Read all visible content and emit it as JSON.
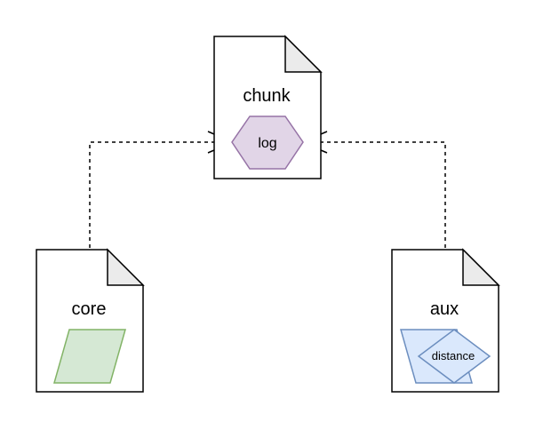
{
  "diagram": {
    "documents": [
      {
        "id": "chunk",
        "label": "chunk",
        "inner_shape": "hexagon",
        "inner_label": "log"
      },
      {
        "id": "core",
        "label": "core",
        "inner_shape": "parallelogram",
        "inner_label": ""
      },
      {
        "id": "aux",
        "label": "aux",
        "inner_shape": "parallelogram-with-diamond",
        "inner_label": "distance"
      }
    ],
    "edges": [
      {
        "from": "core",
        "to": "chunk",
        "style": "dashed",
        "end_marker": "crow-foot"
      },
      {
        "from": "aux",
        "to": "chunk",
        "style": "dashed",
        "end_marker": "crow-foot"
      }
    ],
    "colors": {
      "document_fill": "#ffffff",
      "document_stroke": "#000000",
      "fold_fill": "#ebebeb",
      "hexagon_fill": "#e1d5e7",
      "hexagon_stroke": "#9673a6",
      "green_fill": "#d5e8d4",
      "green_stroke": "#82b366",
      "blue_fill": "#dae8fc",
      "blue_stroke": "#6c8ebf"
    }
  }
}
